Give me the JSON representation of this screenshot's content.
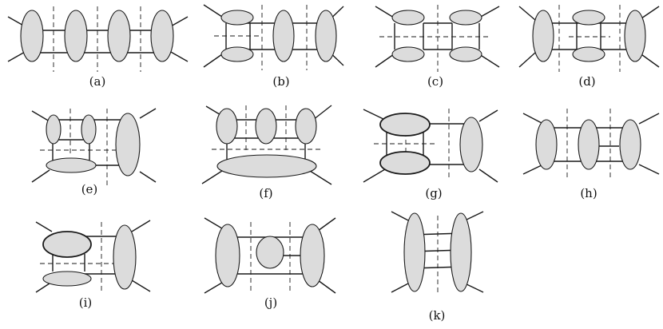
{
  "panels": [
    {
      "id": "a",
      "caption": "(a)"
    },
    {
      "id": "b",
      "caption": "(b)"
    },
    {
      "id": "c",
      "caption": "(c)"
    },
    {
      "id": "d",
      "caption": "(d)"
    },
    {
      "id": "e",
      "caption": "(e)"
    },
    {
      "id": "f",
      "caption": "(f)"
    },
    {
      "id": "g",
      "caption": "(g)"
    },
    {
      "id": "h",
      "caption": "(h)"
    },
    {
      "id": "i",
      "caption": "(i)"
    },
    {
      "id": "j",
      "caption": "(j)"
    },
    {
      "id": "k",
      "caption": "(k)"
    }
  ],
  "colors": {
    "blob_fill": "#dcdcdc",
    "stroke": "#1a1a1a",
    "background": "#ffffff"
  }
}
